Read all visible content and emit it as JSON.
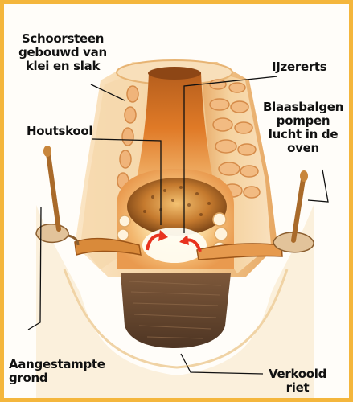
{
  "labels": {
    "chimney": "Schoorsteen\ngebouwd van\nklei en slak",
    "iron_ore": "IJzererts",
    "charcoal": "Houtskool",
    "bellows": "Blaasbalgen\npompen\nlucht in de\noven",
    "rammed_earth": "Aangestampte\ngrond",
    "charred_reed": "Verkoold\nriet"
  },
  "colors": {
    "border": "#f4b63c",
    "clay_light": "#f7dcb2",
    "clay_mid": "#eeb777",
    "clay_dark": "#c9772c",
    "flame": "#e0701a",
    "arrow": "#e8321e",
    "reed": "#6b4a30",
    "leader": "#111111"
  }
}
